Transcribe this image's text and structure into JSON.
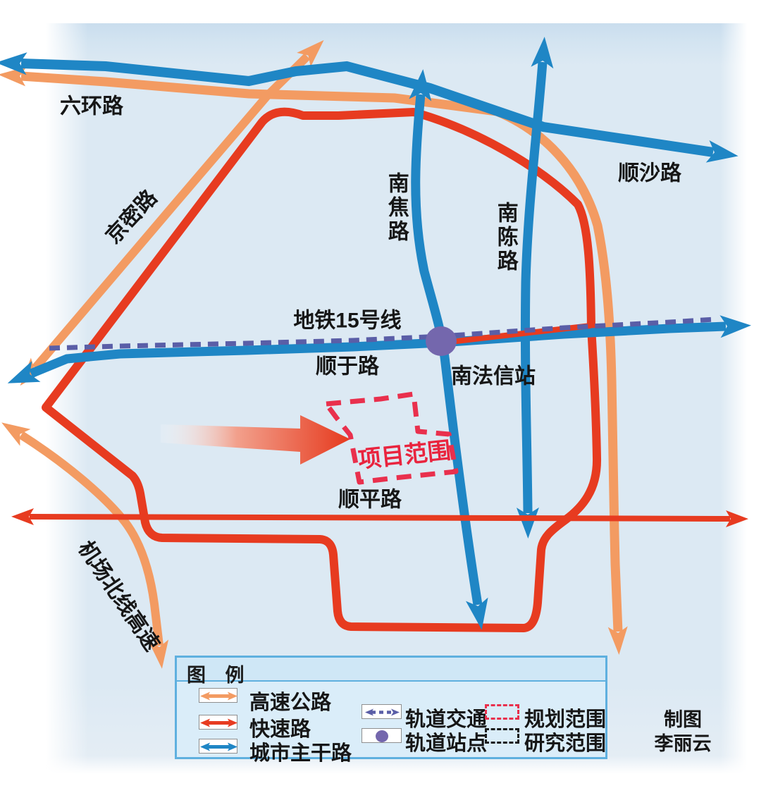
{
  "map_labels": {
    "liuhuanlu": "六环路",
    "jingmilu": "京密路",
    "shunshalu": "顺沙路",
    "nanjiaolu": "南焦路",
    "nanchenlu": "南陈路",
    "metro15": "地铁15号线",
    "shunyulu": "顺于路",
    "nanfaxin_station": "南法信站",
    "project_scope": "项目范围",
    "shunpinglu": "顺平路",
    "airport_north_expwy": "机场北线高速"
  },
  "legend": {
    "title": "图 例",
    "items": [
      {
        "id": "expressway-toll",
        "label": "高速公路",
        "color": "#f39b62",
        "symbol": "orange-double-arrow"
      },
      {
        "id": "expressway-urban",
        "label": "快速路",
        "color": "#e73b20",
        "symbol": "red-double-arrow"
      },
      {
        "id": "arterial-road",
        "label": "城市主干路",
        "color": "#1f86c5",
        "symbol": "blue-double-arrow"
      },
      {
        "id": "rail-transit",
        "label": "轨道交通",
        "color": "#5a5ea7",
        "symbol": "purple-dashed-arrow"
      },
      {
        "id": "rail-station",
        "label": "轨道站点",
        "color": "#7467ad",
        "symbol": "purple-dot"
      },
      {
        "id": "planning-scope",
        "label": "规划范围",
        "color": "#e9304d",
        "symbol": "red-dashed-rect"
      },
      {
        "id": "research-scope",
        "label": "研究范围",
        "color": "#1c1c1c",
        "symbol": "black-dashed-rect"
      }
    ]
  },
  "credit": {
    "line1": "制图",
    "line2": "李丽云"
  }
}
